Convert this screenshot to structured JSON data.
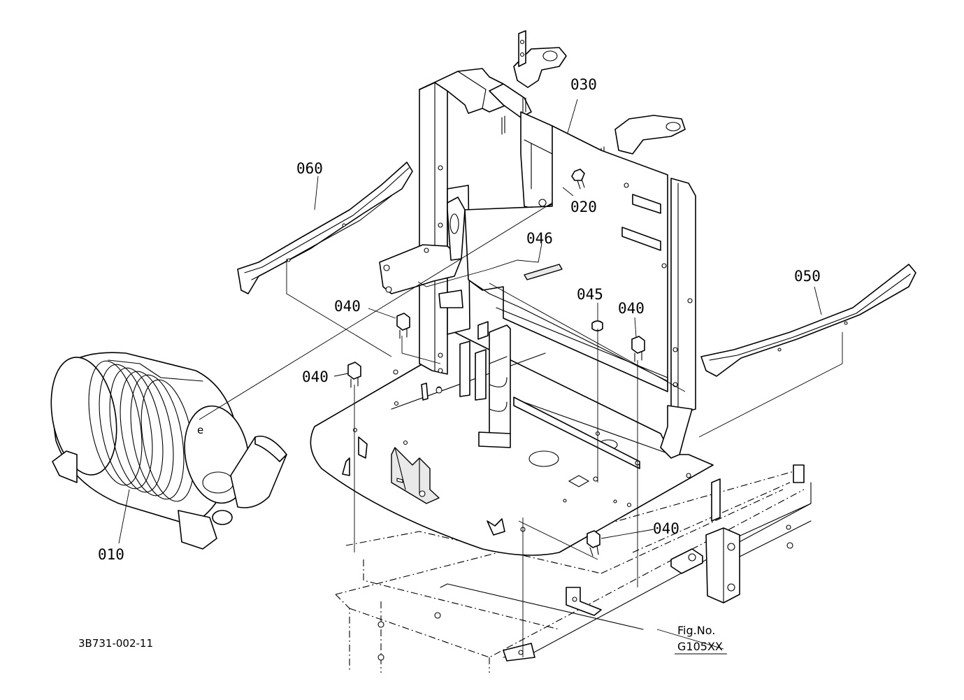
{
  "callouts": [
    {
      "id": "030",
      "text": "030"
    },
    {
      "id": "060",
      "text": "060"
    },
    {
      "id": "020",
      "text": "020"
    },
    {
      "id": "046",
      "text": "046"
    },
    {
      "id": "050",
      "text": "050"
    },
    {
      "id": "040a",
      "text": "040"
    },
    {
      "id": "045",
      "text": "045"
    },
    {
      "id": "040b",
      "text": "040"
    },
    {
      "id": "040c",
      "text": "040"
    },
    {
      "id": "010",
      "text": "010"
    },
    {
      "id": "040d",
      "text": "040"
    }
  ],
  "fig_ref": {
    "line1": "Fig.No.",
    "line2": "G105XX"
  },
  "drawing_number": "3B731-002-11"
}
